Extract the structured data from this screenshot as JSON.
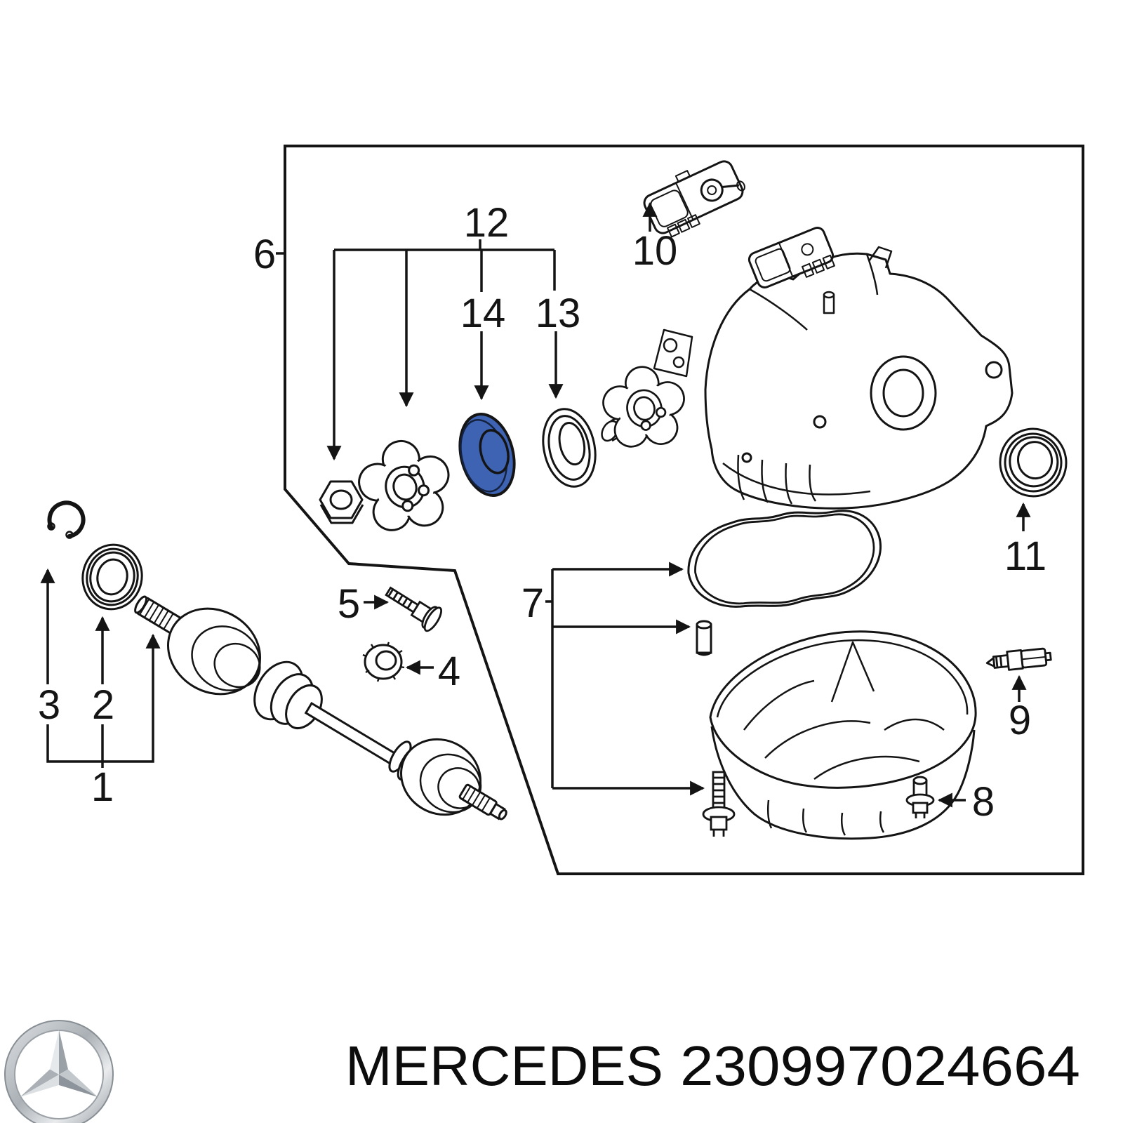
{
  "figure": {
    "type": "exploded-parts-diagram",
    "subject": "rear differential and axle assembly",
    "highlighted_callout": "14"
  },
  "colors": {
    "highlight": "#3E63B2",
    "line": "#141414",
    "background": "#ffffff",
    "logo_silver": "#b9bec3"
  },
  "callouts": [
    {
      "label": "1"
    },
    {
      "label": "2"
    },
    {
      "label": "3"
    },
    {
      "label": "4"
    },
    {
      "label": "5"
    },
    {
      "label": "6"
    },
    {
      "label": "7"
    },
    {
      "label": "8"
    },
    {
      "label": "9"
    },
    {
      "label": "10"
    },
    {
      "label": "11"
    },
    {
      "label": "12"
    },
    {
      "label": "13"
    },
    {
      "label": "14"
    }
  ],
  "footer": {
    "brand": "MERCEDES",
    "part_number": "230997024664",
    "logo_icon": "mercedes-star-icon"
  }
}
